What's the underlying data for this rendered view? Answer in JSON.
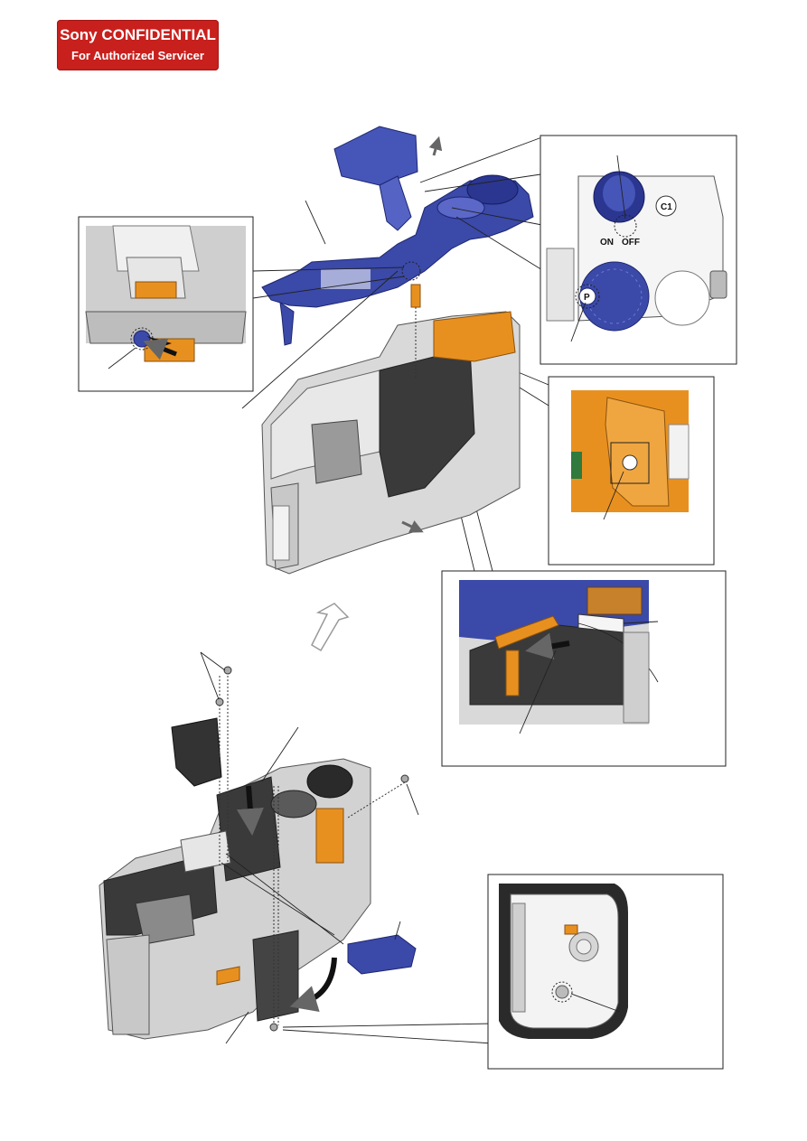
{
  "header": {
    "line1": "Sony CONFIDENTIAL",
    "line2": "For Authorized Servicer"
  },
  "dial_detail": {
    "on_label": "ON",
    "off_label": "OFF",
    "p_label": "P",
    "c1_label": "C1"
  },
  "colors": {
    "badge": "#c8201d",
    "blue_part": "#3b49a8",
    "orange_flex": "#e8901f",
    "gray_body": "#d9d9d9",
    "dark_plate": "#3a3a3a"
  }
}
